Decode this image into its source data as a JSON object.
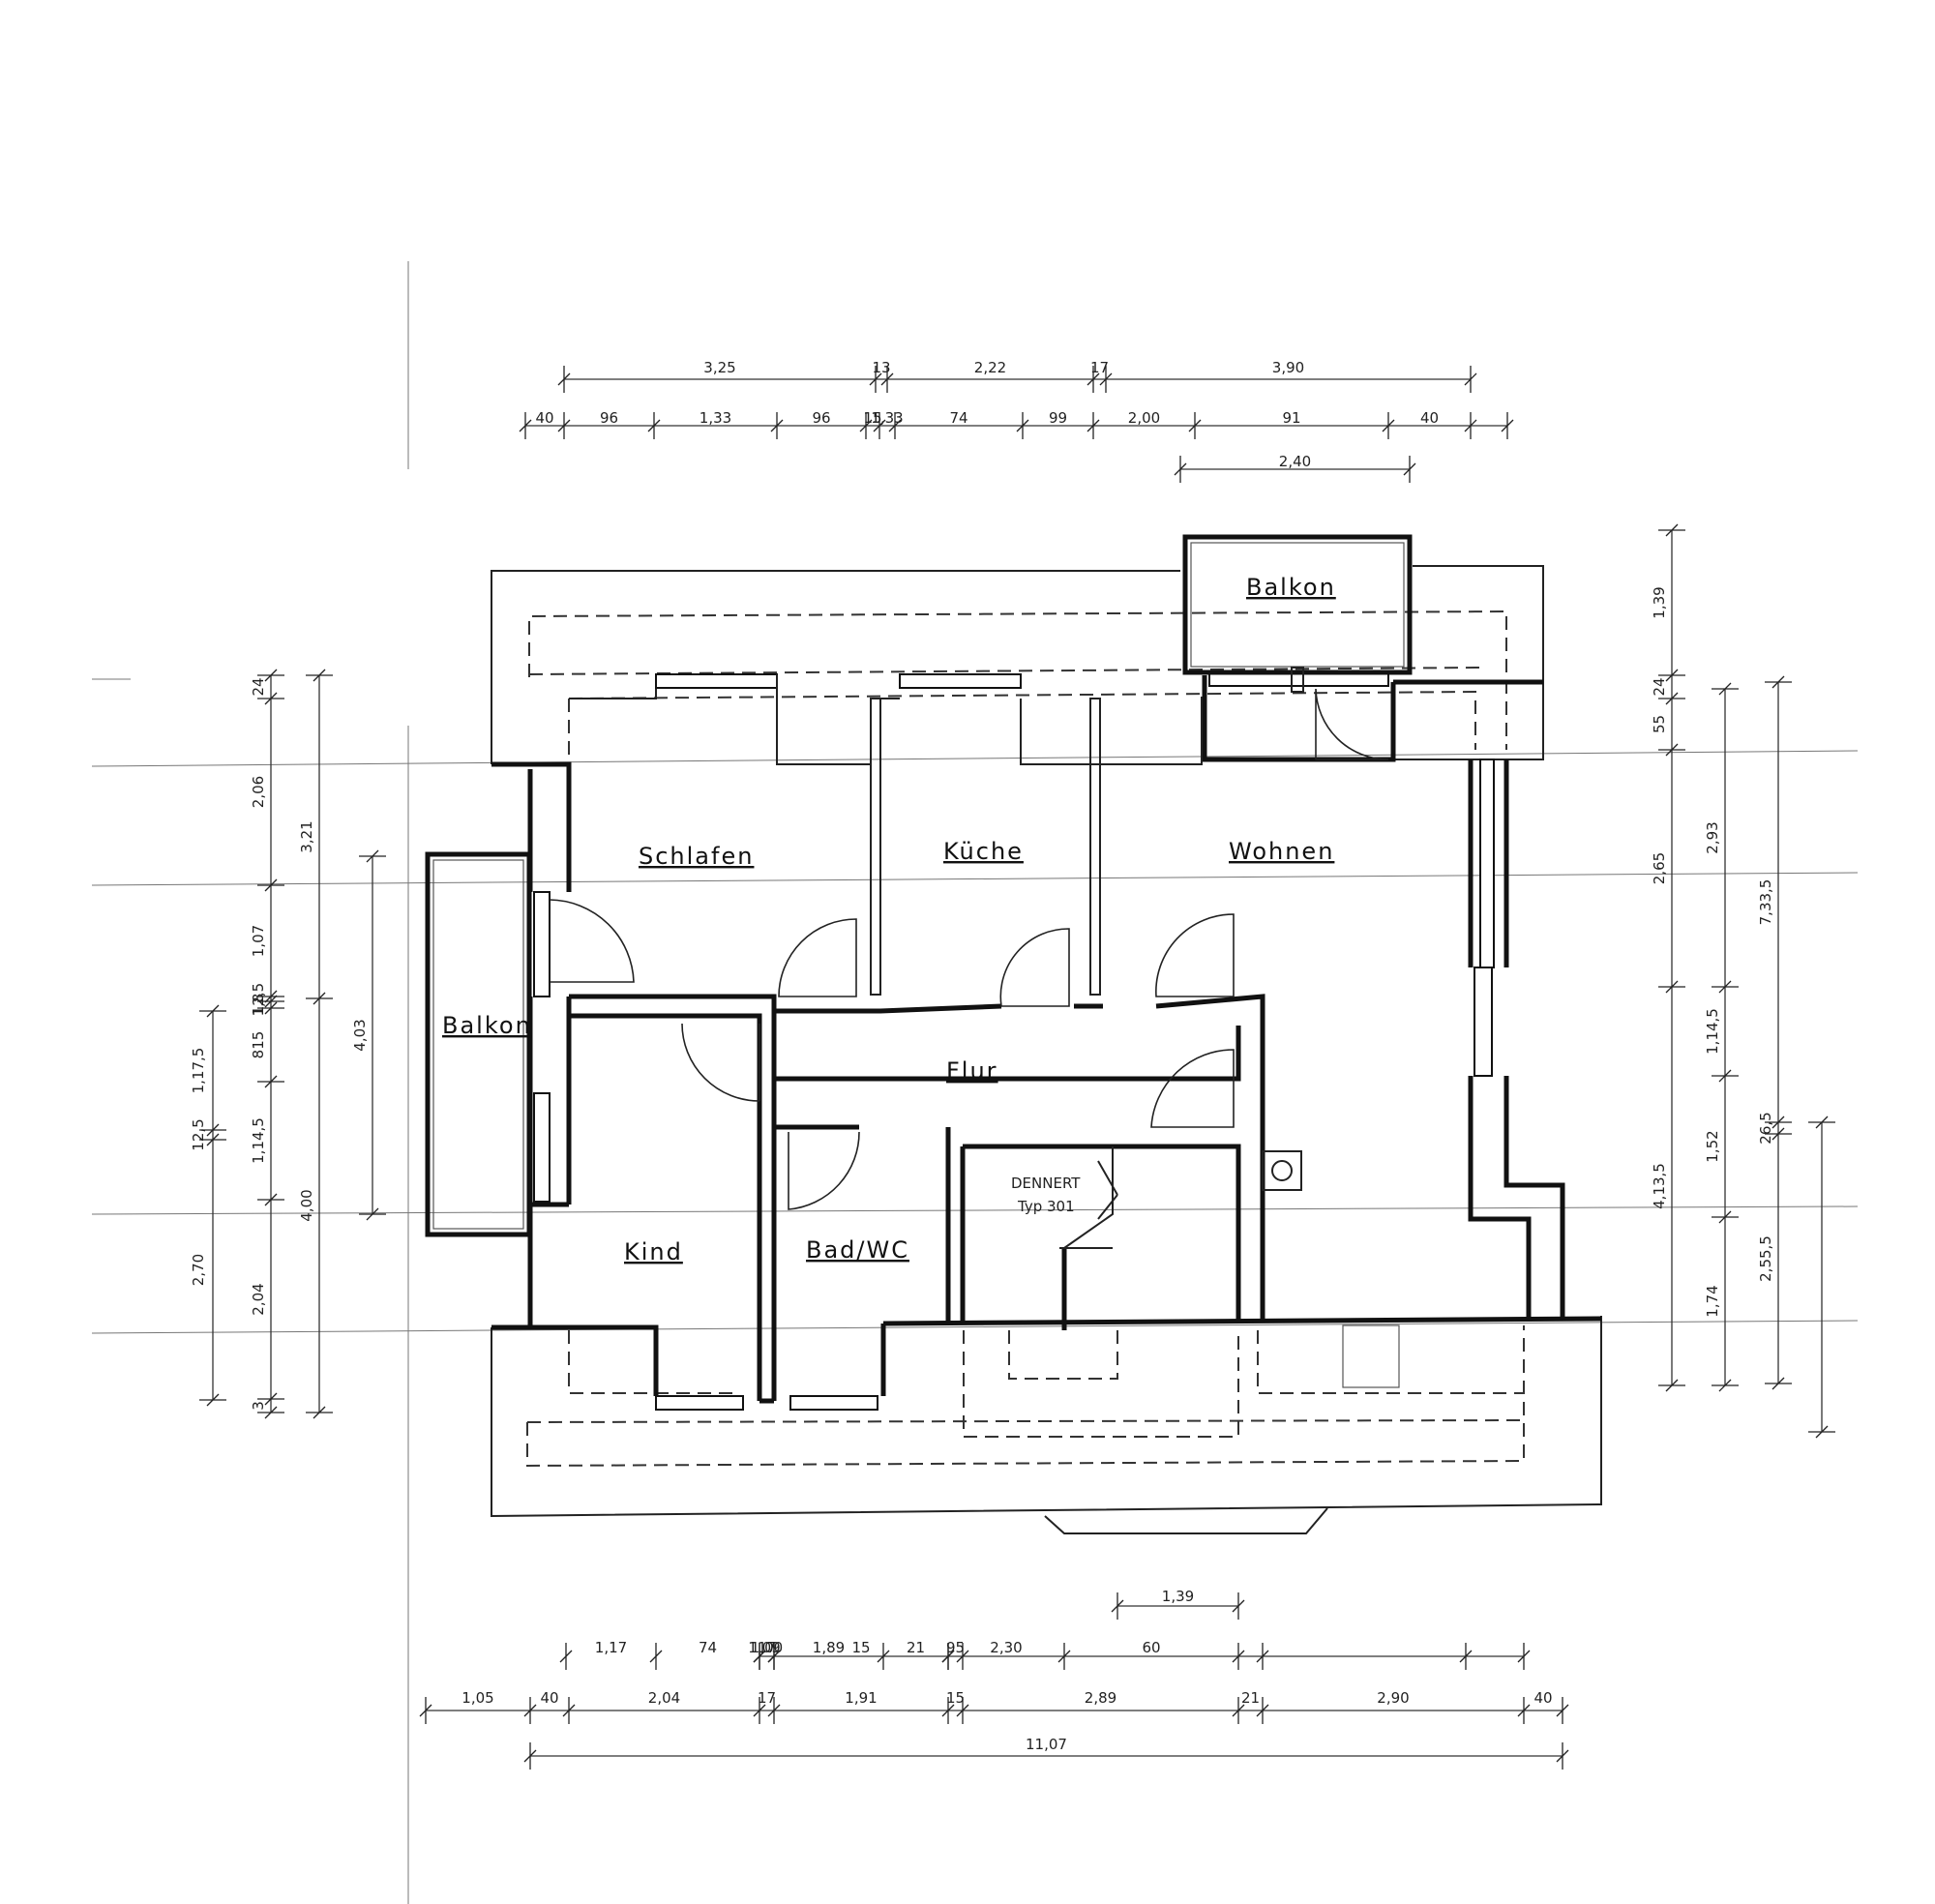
{
  "rooms": {
    "schlafen": "Schlafen",
    "kueche": "Küche",
    "wohnen": "Wohnen",
    "flur": "Flur",
    "kind": "Kind",
    "bad_wc": "Bad/WC",
    "balkon_top": "Balkon",
    "balkon_left": "Balkon"
  },
  "equipment": {
    "heater_brand": "DENNERT",
    "heater_type": "Typ 301"
  },
  "dimensions": {
    "top_row1": [
      "3,25",
      "13",
      "2,22",
      "17",
      "3,90"
    ],
    "top_row2": [
      "40",
      "96",
      "1,33",
      "96",
      "15",
      "1,33",
      "74",
      "99",
      "2,00",
      "91",
      "40"
    ],
    "top_row3": [
      "2,40"
    ],
    "bottom_row1": [
      "1,39"
    ],
    "bottom_row2": [
      "17",
      "15",
      "95",
      "1,09",
      "1,17",
      "74",
      "1,00",
      "1,89",
      "21",
      "2,30",
      "60"
    ],
    "bottom_row3": [
      "1,05",
      "40",
      "2,04",
      "17",
      "1,91",
      "15",
      "2,89",
      "21",
      "2,90",
      "40"
    ],
    "bottom_total": "11,07",
    "left_a": [
      "24",
      "2,06",
      "1,07",
      "12,5",
      "1,8",
      "815",
      "1,14,5",
      "2,04",
      "3"
    ],
    "left_b": [
      "3,21",
      "4,00"
    ],
    "left_c": [
      "1,17,5",
      "12,5",
      "2,70"
    ],
    "left_d": [
      "4,03"
    ],
    "right_a": [
      "1,39",
      "24",
      "55",
      "2,65",
      "4,13,5"
    ],
    "right_b": [
      "2,93",
      "1,14,5",
      "1,52",
      "1,74"
    ],
    "right_c": [
      "7,33,5",
      "26,5",
      "2,55,5"
    ]
  }
}
